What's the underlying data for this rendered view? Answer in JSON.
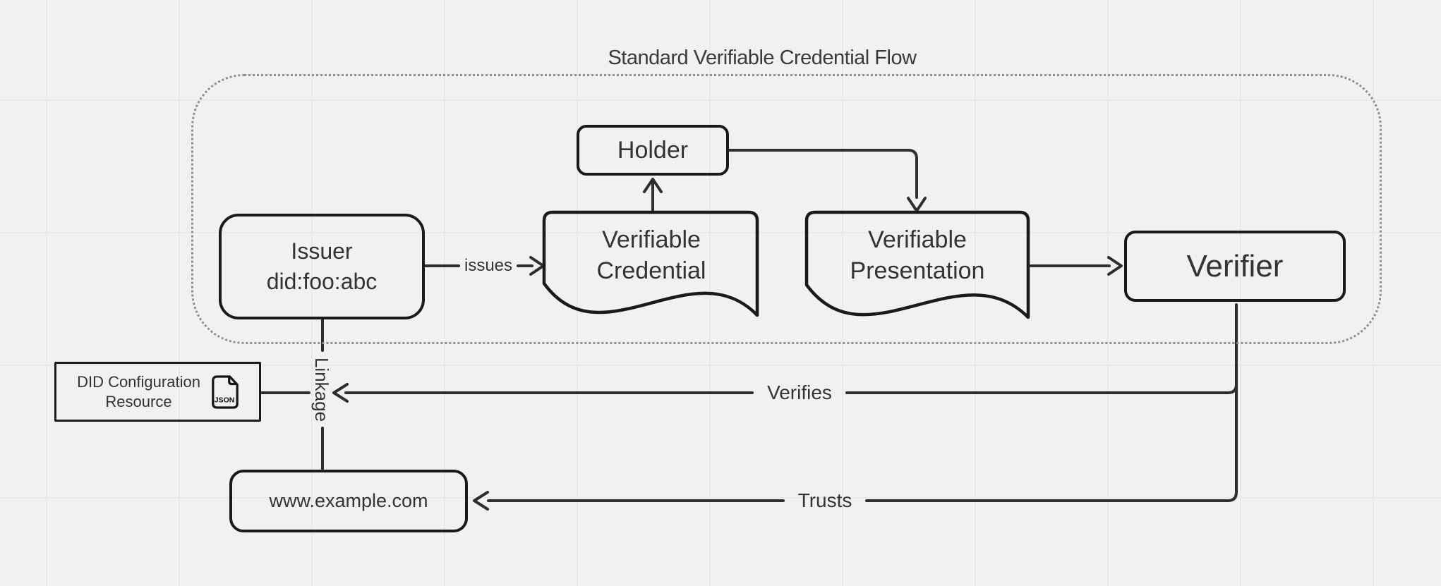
{
  "title": "Standard Verifiable Credential Flow",
  "nodes": {
    "holder": {
      "label": "Holder"
    },
    "issuer": {
      "label": "Issuer\ndid:foo:abc"
    },
    "verifiable_credential": {
      "label": "Verifiable\nCredential"
    },
    "verifiable_presentation": {
      "label": "Verifiable\nPresentation"
    },
    "verifier": {
      "label": "Verifier"
    },
    "did_configuration_resource": {
      "label": "DID Configuration\nResource",
      "file_type": "JSON"
    },
    "website": {
      "label": "www.example.com"
    }
  },
  "edges": {
    "issues": {
      "label": "issues"
    },
    "linkage": {
      "label": "Linkage"
    },
    "verifies": {
      "label": "Verifies"
    },
    "trusts": {
      "label": "Trusts"
    }
  },
  "colors": {
    "background": "#f1f1ef",
    "grid": "#e7e7e4",
    "shape_stroke": "#1a1a1a",
    "edge_stroke": "#2e2e2e",
    "text": "#333333",
    "boundary_dotted": "#8f8f8f"
  }
}
